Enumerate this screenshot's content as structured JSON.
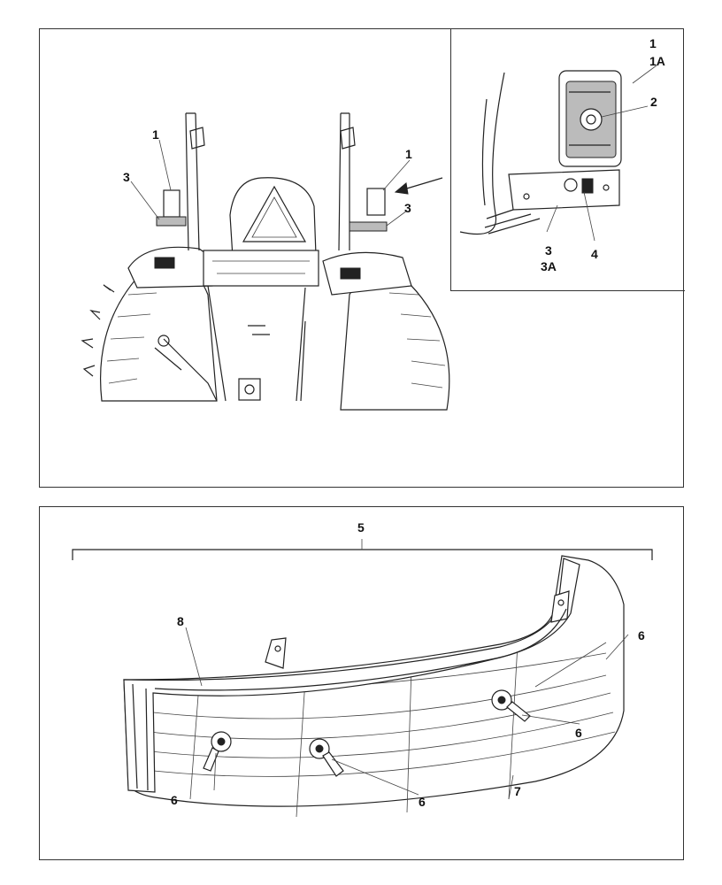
{
  "top_panel": {
    "callouts": {
      "left_lamp": "1",
      "left_bracket": "3",
      "right_lamp": "1",
      "right_bracket": "3"
    },
    "inset": {
      "lamp": "1",
      "lamp_alt": "1A",
      "bulb": "2",
      "bracket": "3",
      "bracket_alt": "3A",
      "socket": "4"
    }
  },
  "bottom_panel": {
    "assembly": "5",
    "harness": "8",
    "bulb_socket_a": "6",
    "bulb_socket_b": "6",
    "bulb_socket_c": "6",
    "bulb_socket_d": "6",
    "lens": "7"
  }
}
